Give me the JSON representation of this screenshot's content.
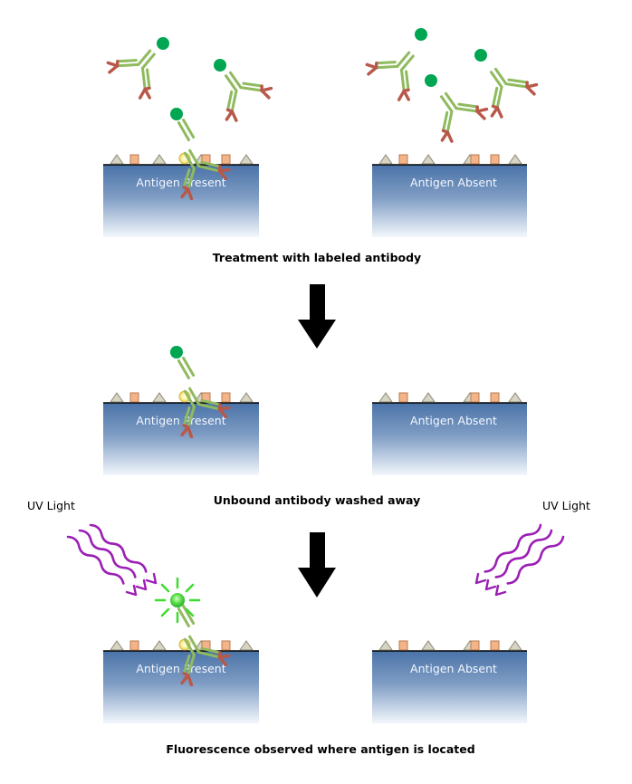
{
  "blocks": {
    "present_label": "Antigen Present",
    "absent_label": "Antigen Absent"
  },
  "captions": {
    "step1": "Treatment with labeled antibody",
    "step2": "Unbound antibody washed away",
    "step3": "Fluorescence observed where antigen is located"
  },
  "uv": {
    "left": "UV Light",
    "right": "UV Light"
  },
  "colors": {
    "antibody_body": "#8fba5e",
    "antibody_tip": "#b8584a",
    "fluor_label": "#00a651",
    "fluor_glow": "#3ddc2e",
    "antigen_bound": "#f2e28a",
    "uv_wave": "#9b1fb5",
    "block_top": "#4a73a8",
    "arrow": "#000000"
  }
}
